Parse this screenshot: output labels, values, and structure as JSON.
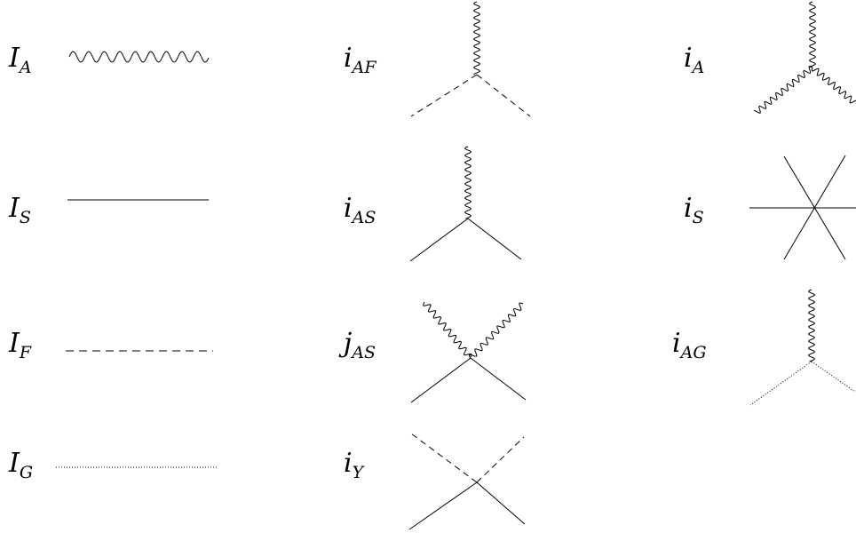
{
  "propagators": [
    {
      "id": "IA",
      "base": "I",
      "sub": "A",
      "line": "wavy"
    },
    {
      "id": "IS",
      "base": "I",
      "sub": "S",
      "line": "solid"
    },
    {
      "id": "IF",
      "base": "I",
      "sub": "F",
      "line": "dashed"
    },
    {
      "id": "IG",
      "base": "I",
      "sub": "G",
      "line": "dotted"
    }
  ],
  "vertices": [
    {
      "id": "iAF",
      "base": "i",
      "sub": "AF",
      "legs": [
        "wavy",
        "dashed",
        "dashed"
      ]
    },
    {
      "id": "iAS",
      "base": "i",
      "sub": "AS",
      "legs": [
        "wavy",
        "solid",
        "solid"
      ]
    },
    {
      "id": "jAS",
      "base": "j",
      "sub": "AS",
      "legs": [
        "wavy",
        "wavy",
        "solid",
        "solid"
      ]
    },
    {
      "id": "iY",
      "base": "i",
      "sub": "Y",
      "legs": [
        "dashed",
        "dashed",
        "solid",
        "solid"
      ]
    },
    {
      "id": "iA",
      "base": "i",
      "sub": "A",
      "legs": [
        "wavy",
        "wavy",
        "wavy"
      ]
    },
    {
      "id": "iS",
      "base": "i",
      "sub": "S",
      "legs": [
        "solid",
        "solid",
        "solid",
        "solid",
        "solid",
        "solid"
      ]
    },
    {
      "id": "iAG",
      "base": "i",
      "sub": "AG",
      "legs": [
        "wavy",
        "dotted",
        "dotted"
      ]
    }
  ]
}
